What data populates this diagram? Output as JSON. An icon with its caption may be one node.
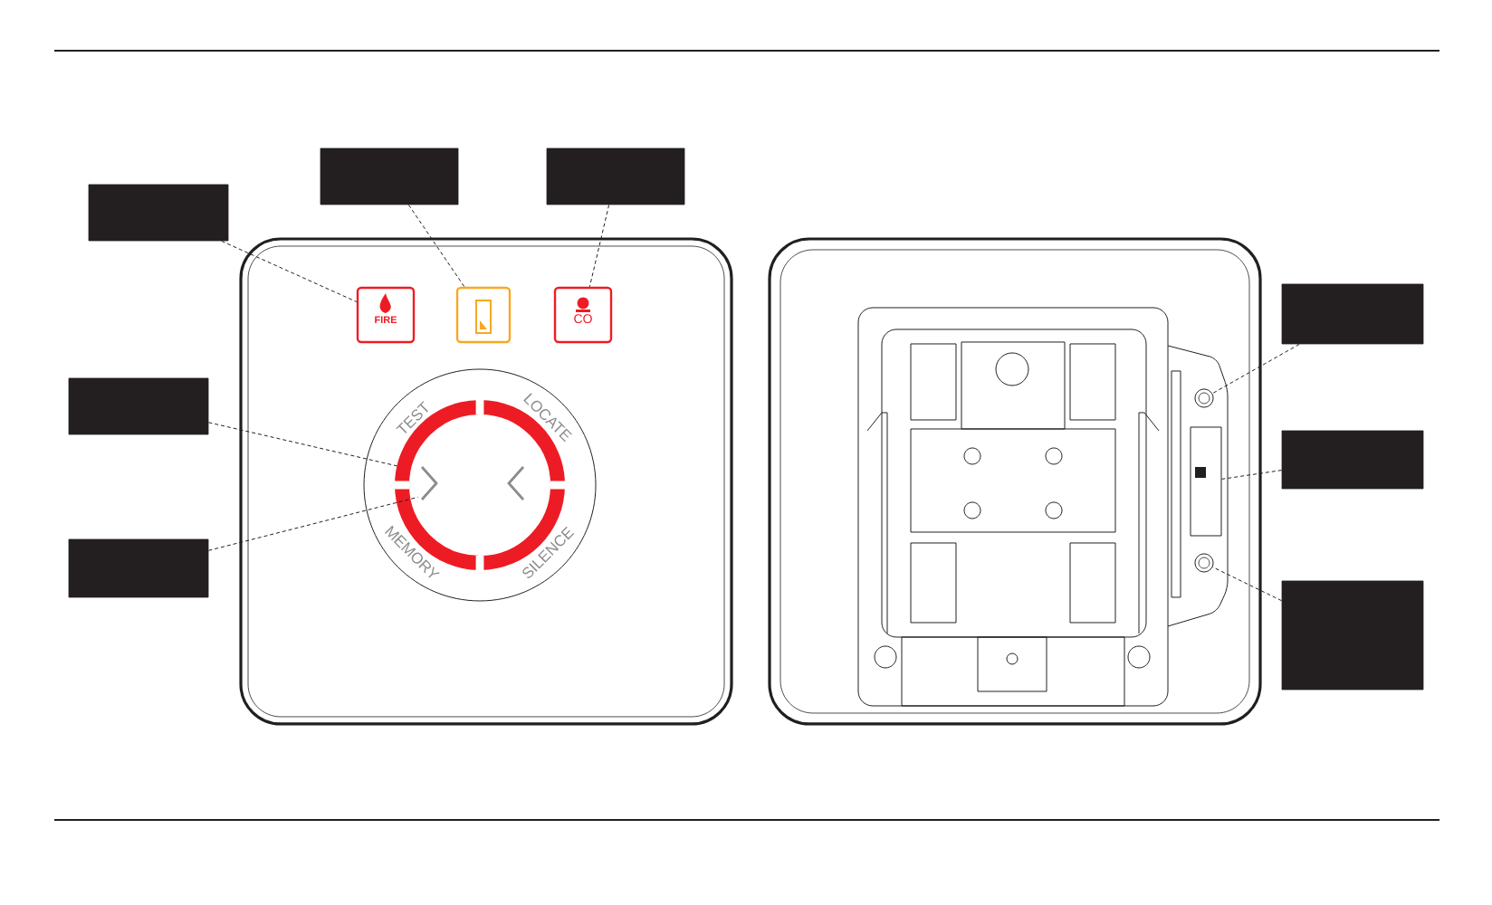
{
  "diagram": {
    "nodes": [
      {
        "text": [],
        "shape": "box"
      },
      {
        "text": [],
        "shape": "box"
      },
      {
        "text": [],
        "shape": "box"
      },
      {
        "text": [],
        "shape": "box"
      },
      {
        "text": [],
        "shape": "box"
      },
      {
        "text": [],
        "shape": "box"
      },
      {
        "text": [],
        "shape": "box"
      },
      {
        "text": [],
        "shape": "box"
      },
      {
        "text": [
          "FIRE"
        ]
      },
      {
        "text": [],
        "shape": "box"
      },
      {
        "text": [
          "CO"
        ]
      },
      {
        "text": [],
        "shape": "circle"
      },
      {
        "text": [],
        "shape": "box",
        "in": 11
      },
      {
        "text": [],
        "shape": "circle"
      },
      {
        "text": [],
        "shape": "box"
      },
      {
        "text": [],
        "shape": "circle"
      }
    ],
    "edges": [
      {
        "from": 0,
        "to": 9,
        "arrow": "none",
        "style": "dashed"
      },
      {
        "from": 1,
        "to": 10,
        "arrow": "none",
        "style": "dashed"
      },
      {
        "from": 2,
        "to": 8,
        "arrow": "none",
        "style": "dashed"
      },
      {
        "from": 3,
        "to": 11,
        "arrow": "none",
        "style": "dashed"
      },
      {
        "from": 4,
        "to": 12,
        "arrow": "none",
        "style": "dashed"
      },
      {
        "from": 5,
        "to": 13,
        "arrow": "none",
        "style": "dashed"
      },
      {
        "from": 6,
        "to": 14,
        "arrow": "none",
        "style": "dashed"
      },
      {
        "from": 7,
        "to": 15,
        "arrow": "none",
        "style": "dashed"
      }
    ],
    "labels": [
      "TEST",
      "LOCATE",
      "MEMORY",
      "SILENCE"
    ]
  }
}
